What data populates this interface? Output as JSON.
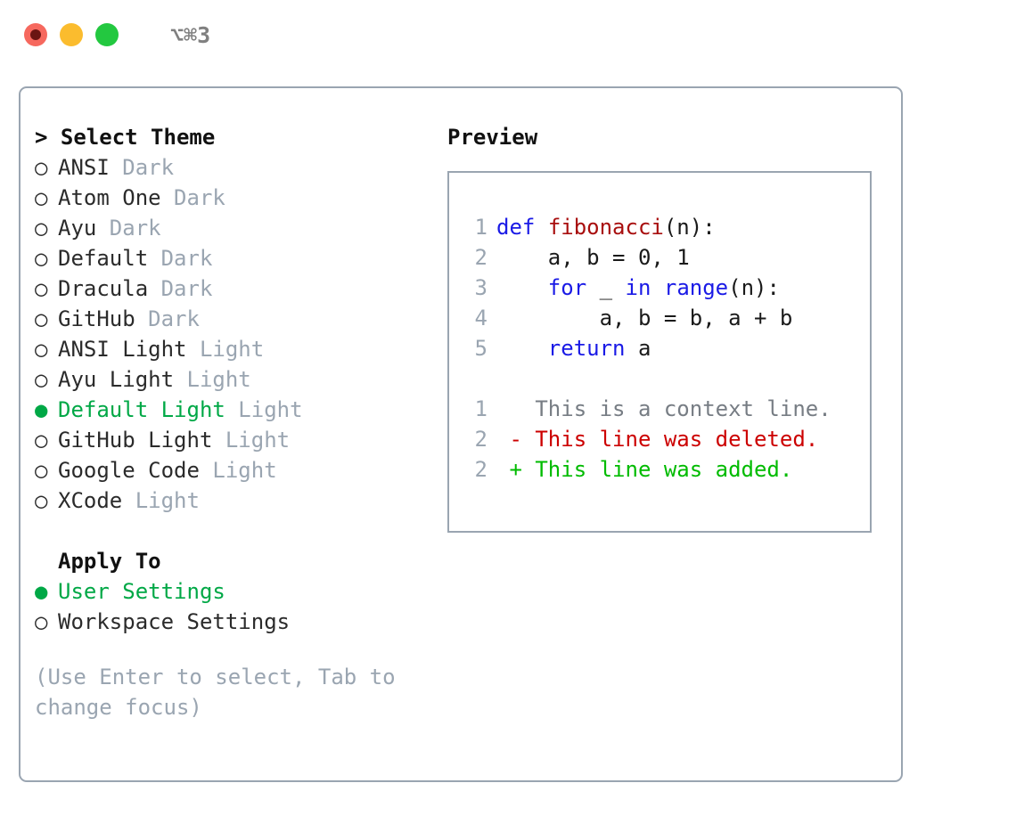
{
  "titlebar": {
    "shortcut": "⌥⌘3",
    "buttons": [
      {
        "name": "close",
        "color": "#f6685e"
      },
      {
        "name": "minimize",
        "color": "#fbbc2e"
      },
      {
        "name": "maximize",
        "color": "#23c840"
      }
    ]
  },
  "theme_list": {
    "header": "> Select Theme",
    "marker_unselected": "○",
    "marker_selected": "●",
    "items": [
      {
        "name": "ANSI",
        "variant": "Dark",
        "selected": false
      },
      {
        "name": "Atom One",
        "variant": "Dark",
        "selected": false
      },
      {
        "name": "Ayu",
        "variant": "Dark",
        "selected": false
      },
      {
        "name": "Default",
        "variant": "Dark",
        "selected": false
      },
      {
        "name": "Dracula",
        "variant": "Dark",
        "selected": false
      },
      {
        "name": "GitHub",
        "variant": "Dark",
        "selected": false
      },
      {
        "name": "ANSI Light",
        "variant": "Light",
        "selected": false
      },
      {
        "name": "Ayu Light",
        "variant": "Light",
        "selected": false
      },
      {
        "name": "Default Light",
        "variant": "Light",
        "selected": true
      },
      {
        "name": "GitHub Light",
        "variant": "Light",
        "selected": false
      },
      {
        "name": "Google Code",
        "variant": "Light",
        "selected": false
      },
      {
        "name": "XCode",
        "variant": "Light",
        "selected": false
      }
    ]
  },
  "apply_to": {
    "header": "Apply To",
    "items": [
      {
        "label": "User Settings",
        "selected": true
      },
      {
        "label": "Workspace Settings",
        "selected": false
      }
    ]
  },
  "hint": "(Use Enter to select, Tab to change focus)",
  "preview": {
    "title": "Preview",
    "code_lines": [
      {
        "num": "1",
        "tokens": [
          {
            "t": "def",
            "c": "kw"
          },
          {
            "t": " ",
            "c": "plain"
          },
          {
            "t": "fibonacci",
            "c": "fn"
          },
          {
            "t": "(n):",
            "c": "plain"
          }
        ]
      },
      {
        "num": "2",
        "tokens": [
          {
            "t": "    a, b = 0, 1",
            "c": "plain"
          }
        ]
      },
      {
        "num": "3",
        "tokens": [
          {
            "t": "    ",
            "c": "plain"
          },
          {
            "t": "for",
            "c": "kw"
          },
          {
            "t": " _ ",
            "c": "plain"
          },
          {
            "t": "in",
            "c": "kw"
          },
          {
            "t": " ",
            "c": "plain"
          },
          {
            "t": "range",
            "c": "kw"
          },
          {
            "t": "(n):",
            "c": "plain"
          }
        ]
      },
      {
        "num": "4",
        "tokens": [
          {
            "t": "        a, b = b, a + b",
            "c": "plain"
          }
        ]
      },
      {
        "num": "5",
        "tokens": [
          {
            "t": "    ",
            "c": "plain"
          },
          {
            "t": "return",
            "c": "kw"
          },
          {
            "t": " a",
            "c": "plain"
          }
        ]
      }
    ],
    "diff_lines": [
      {
        "num": "1",
        "tokens": [
          {
            "t": "   This is a context line.",
            "c": "ctx"
          }
        ]
      },
      {
        "num": "2",
        "tokens": [
          {
            "t": " - This line was deleted.",
            "c": "del"
          }
        ]
      },
      {
        "num": "2",
        "tokens": [
          {
            "t": " + This line was added.",
            "c": "add"
          }
        ]
      }
    ]
  },
  "colors": {
    "selected_green": "#00a846",
    "muted": "#9aa5b1",
    "border": "#9aa5b1",
    "keyword_blue": "#1a1ae6",
    "function_red": "#a80e0e",
    "diff_delete": "#cc0000",
    "diff_add": "#00bb00"
  }
}
